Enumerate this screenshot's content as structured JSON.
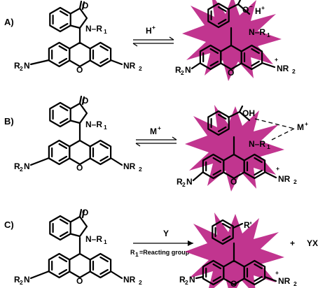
{
  "colors": {
    "burst": "#b8197f",
    "ink": "#000000",
    "background": "#ffffff"
  },
  "panels": [
    {
      "id": "A",
      "tag": "A)",
      "reagent": "H",
      "reagent_sup": "+",
      "arrow": "equilibrium",
      "left": {
        "r1": "N–R",
        "r1_sub": "1",
        "amine_left": "R",
        "amine_left_sub": "2",
        "amine_left_tail": "N",
        "amine_right": "NR",
        "amine_right_sub": "2",
        "ring_o": "O",
        "carbonyl_o": "O"
      },
      "right": {
        "n_label": "N–R",
        "n_sub": "1",
        "o_label": "O",
        "o_sup": "–",
        "counter": "H",
        "counter_sup": "+",
        "amine_left": "R",
        "amine_left_sub": "2",
        "amine_left_tail": "N",
        "amine_right": "NR",
        "amine_right_sub": "2",
        "ring_o": "O",
        "plus": "+"
      }
    },
    {
      "id": "B",
      "tag": "B)",
      "reagent": "M",
      "reagent_sup": "+",
      "arrow": "equilibrium",
      "left": {
        "r1": "N–R",
        "r1_sub": "1",
        "amine_left": "R",
        "amine_left_sub": "2",
        "amine_left_tail": "N",
        "amine_right": "NR",
        "amine_right_sub": "2",
        "ring_o": "O",
        "carbonyl_o": "O"
      },
      "right": {
        "oh_label": "OH",
        "n_label": "N–R",
        "n_sub": "1",
        "counter": "M",
        "counter_sup": "+",
        "amine_left": "R",
        "amine_left_sub": "2",
        "amine_left_tail": "N",
        "amine_right": "NR",
        "amine_right_sub": "2",
        "ring_o": "O",
        "plus": "+"
      }
    },
    {
      "id": "C",
      "tag": "C)",
      "reagent": "Y",
      "condition": "R",
      "condition_sub": "1",
      "condition_tail": "=Reacting group",
      "arrow": "forward",
      "left": {
        "r1": "N–R",
        "r1_sub": "1",
        "amine_left": "R",
        "amine_left_sub": "2",
        "amine_left_tail": "N",
        "amine_right": "NR",
        "amine_right_sub": "2",
        "ring_o": "O",
        "carbonyl_o": "O"
      },
      "right": {
        "r_prime": "R'",
        "amine_left": "R",
        "amine_left_sub": "2",
        "amine_left_tail": "N",
        "amine_right": "NR",
        "amine_right_sub": "2",
        "ring_o": "O",
        "plus": "+"
      },
      "byproduct_plus": "+",
      "byproduct": "YX"
    }
  ]
}
